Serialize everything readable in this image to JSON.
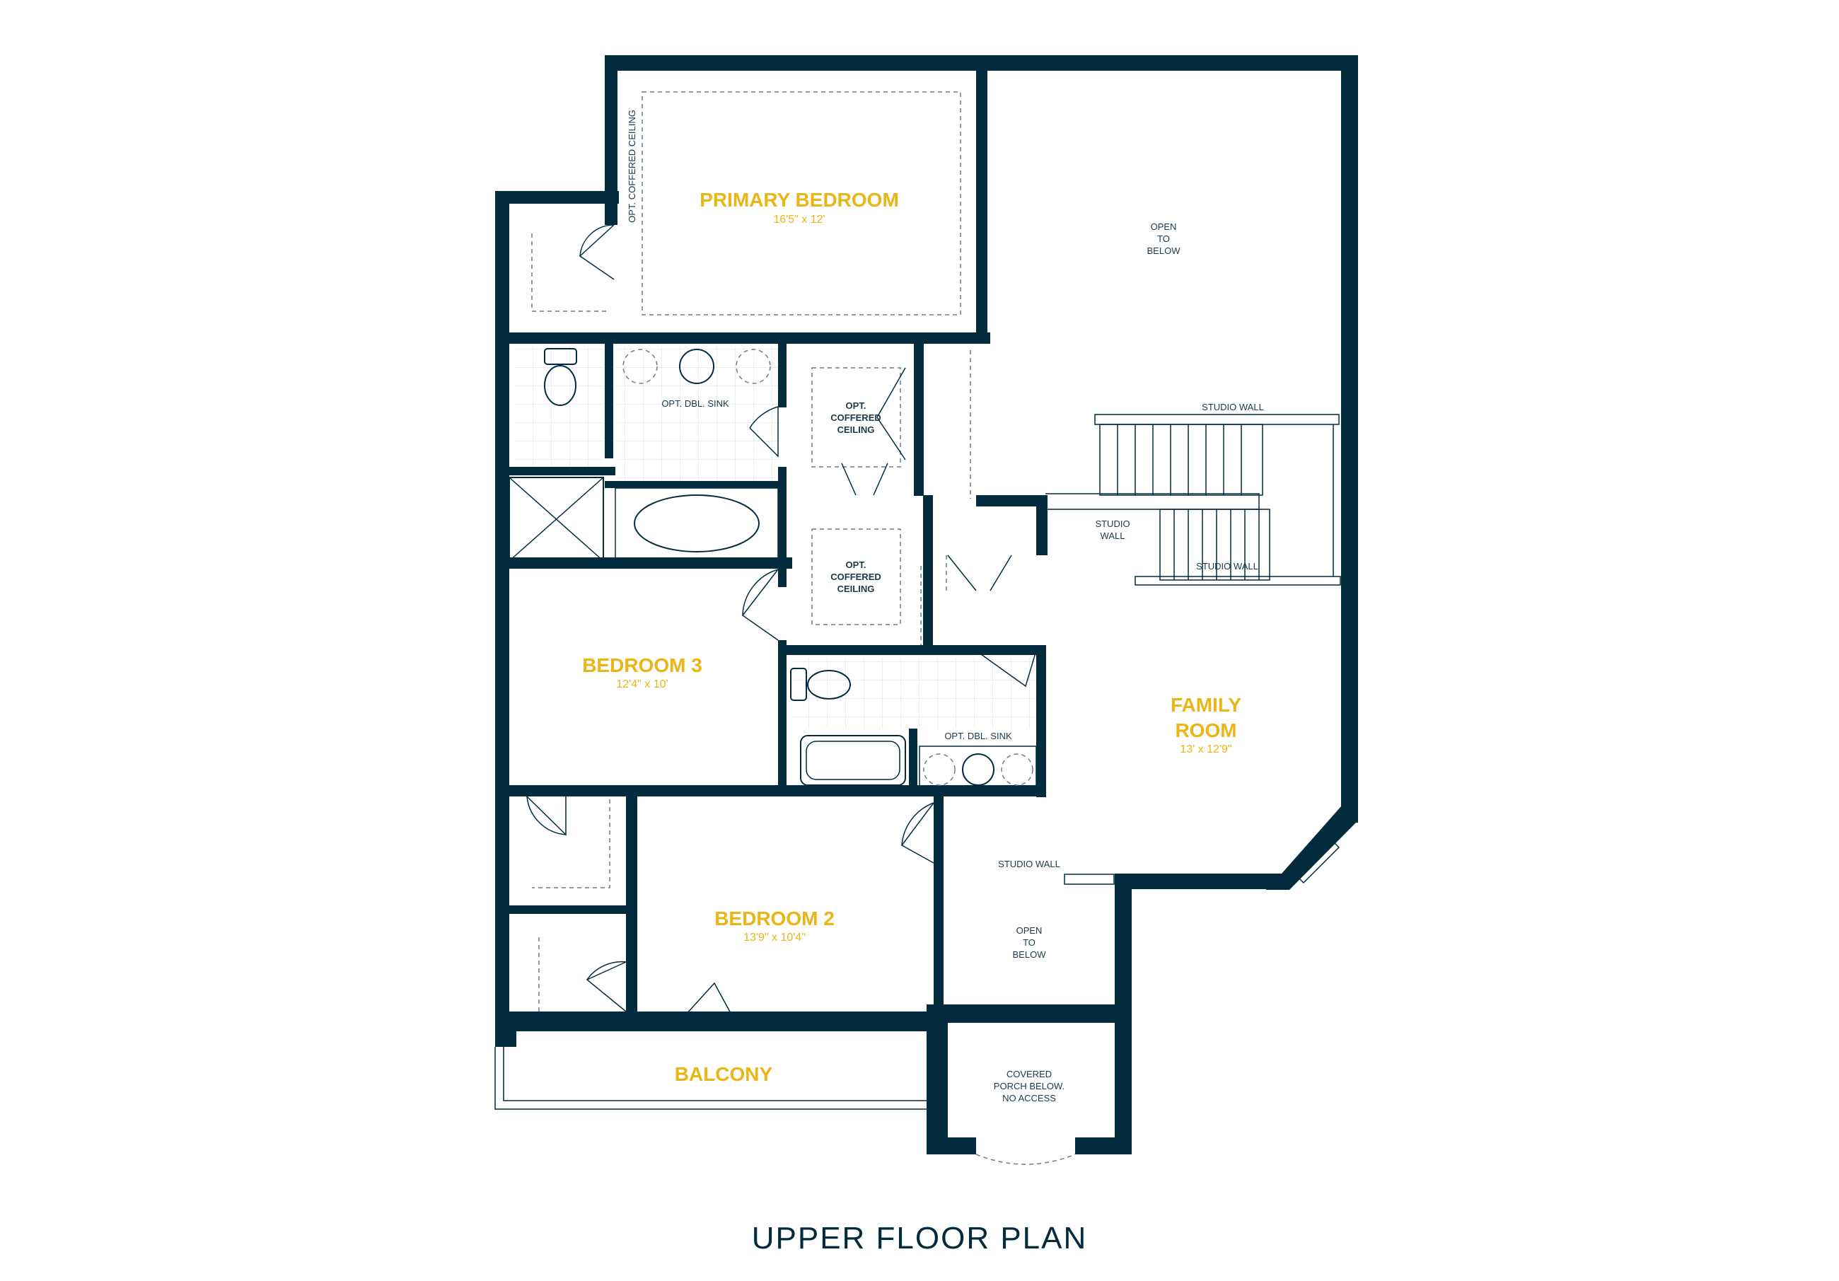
{
  "caption": "UPPER FLOOR PLAN",
  "colors": {
    "wall": "#022c3e",
    "room_label": "#eab515",
    "note": "#1b3a4b"
  },
  "rooms": {
    "primary_bedroom": {
      "name": "PRIMARY BEDROOM",
      "dims": "16'5\" x 12'"
    },
    "bedroom_3": {
      "name": "BEDROOM 3",
      "dims": "12'4\" x 10'"
    },
    "bedroom_2": {
      "name": "BEDROOM 2",
      "dims": "13'9\" x 10'4\""
    },
    "family_room": {
      "name_line1": "FAMILY",
      "name_line2": "ROOM",
      "dims": "13' x 12'9\""
    },
    "balcony": {
      "name": "BALCONY"
    }
  },
  "notes": {
    "opt_coffered_ceiling_vertical": "OPT. COFFERED CEILING",
    "opt_dbl_sink_ensuite": "OPT. DBL. SINK",
    "opt_dbl_sink_main_bath": "OPT. DBL. SINK",
    "coffered_1": [
      "OPT.",
      "COFFERED",
      "CEILING"
    ],
    "coffered_2": [
      "OPT.",
      "COFFERED",
      "CEILING"
    ],
    "open_to_below_1": [
      "OPEN",
      "TO",
      "BELOW"
    ],
    "open_to_below_2": [
      "OPEN",
      "TO",
      "BELOW"
    ],
    "studio_wall_top": "STUDIO WALL",
    "studio_wall_left": [
      "STUDIO",
      "WALL"
    ],
    "studio_wall_mid": "STUDIO WALL",
    "studio_wall_bottom": "STUDIO WALL",
    "covered_porch": [
      "COVERED",
      "PORCH BELOW.",
      "NO ACCESS"
    ]
  }
}
